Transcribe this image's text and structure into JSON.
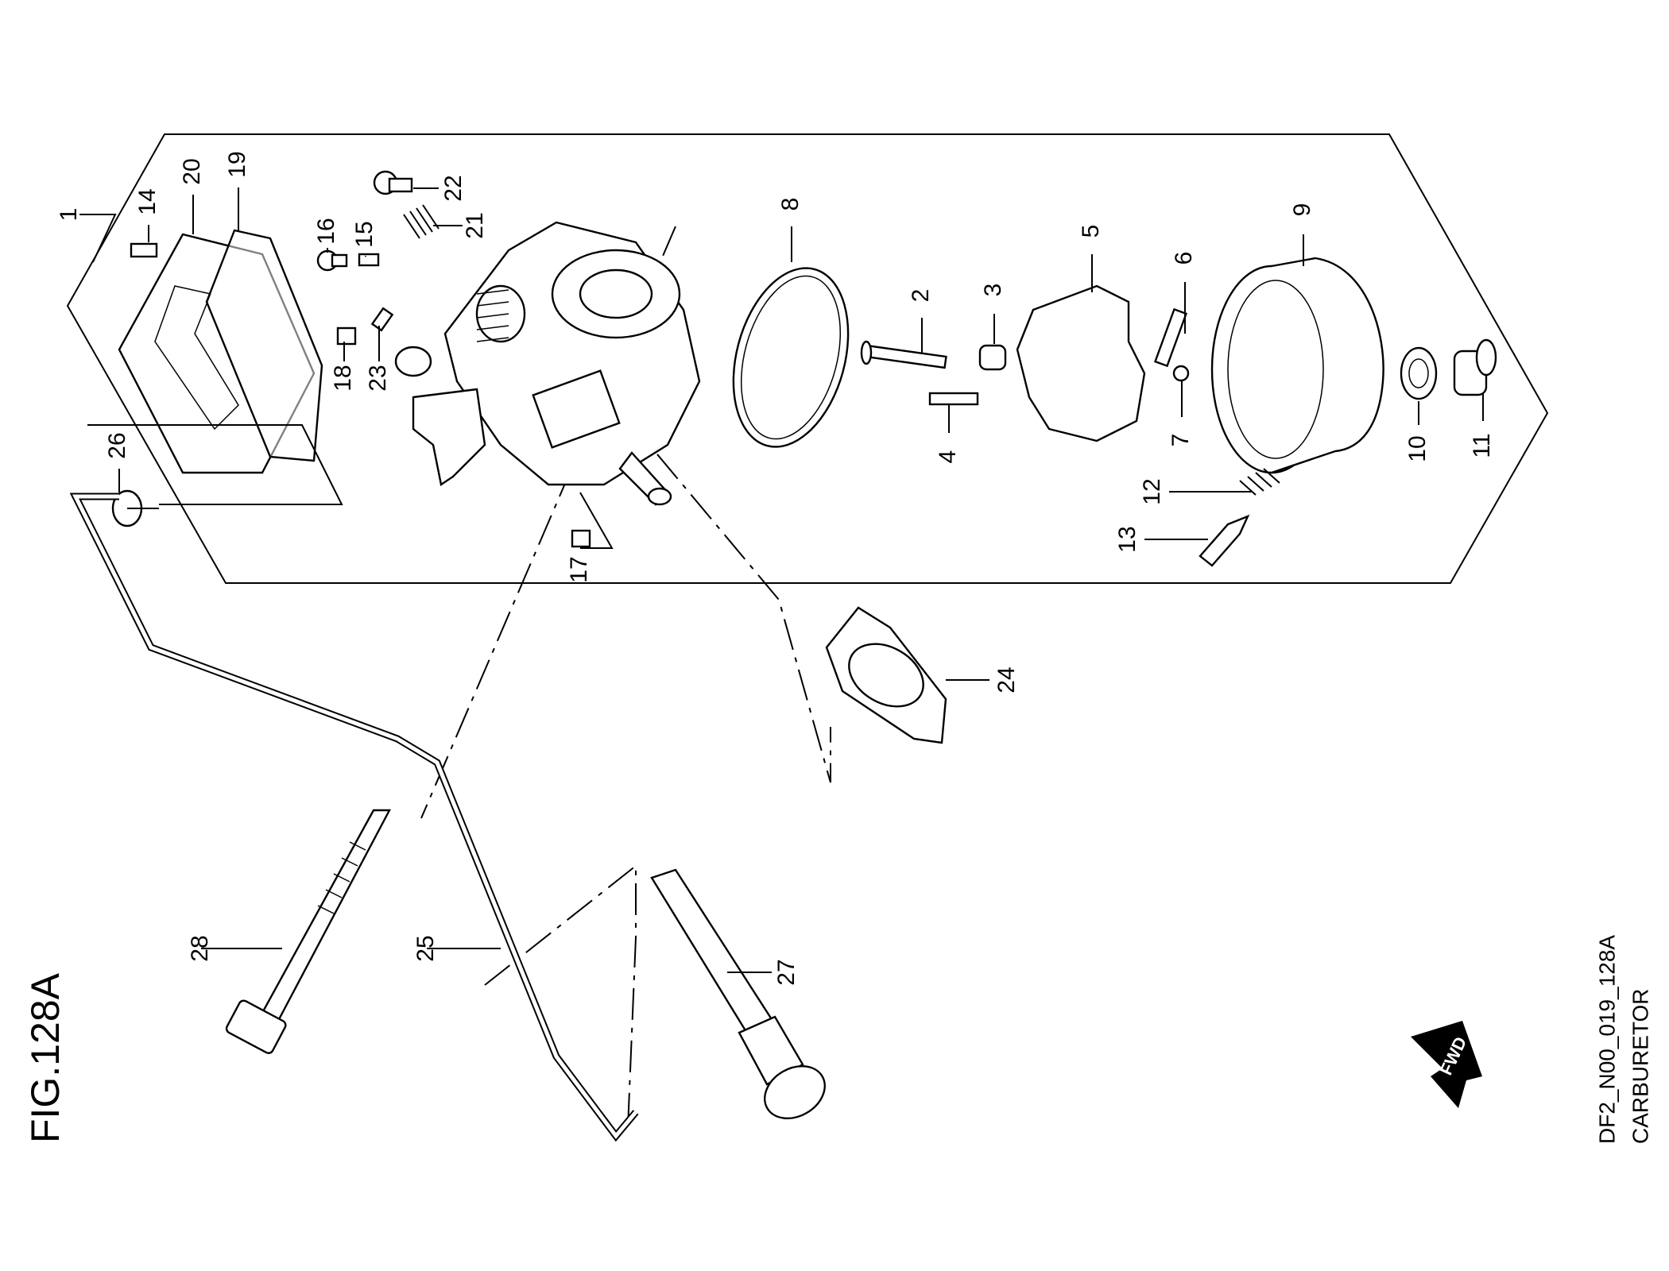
{
  "figure_title": "FIG.128A",
  "drawing_code": "DF2_N00_019_128A",
  "drawing_name": "CARBURETOR",
  "fwd_label": "FWD",
  "callouts": [
    "1",
    "2",
    "3",
    "4",
    "5",
    "6",
    "7",
    "8",
    "9",
    "10",
    "11",
    "12",
    "13",
    "14",
    "15",
    "16",
    "17",
    "18",
    "19",
    "20",
    "21",
    "22",
    "23",
    "24",
    "25",
    "26",
    "27",
    "28"
  ]
}
